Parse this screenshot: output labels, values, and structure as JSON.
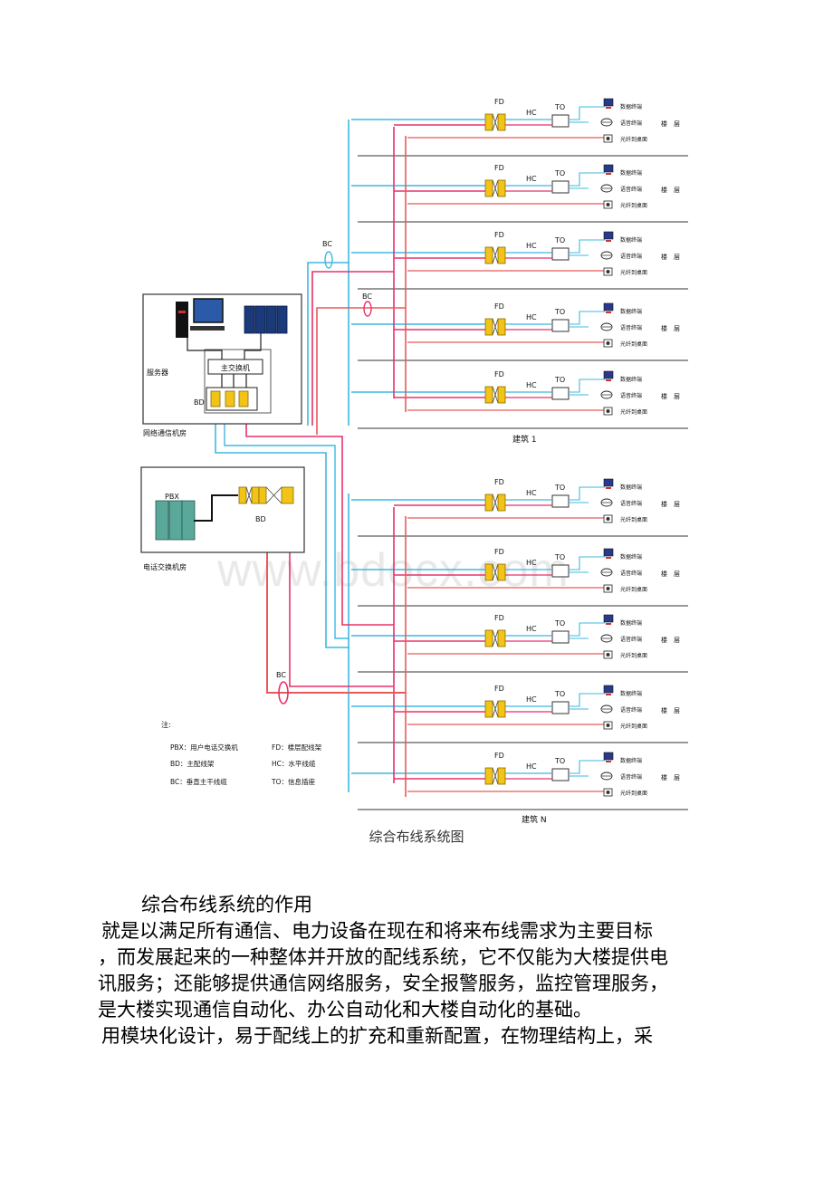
{
  "diagram": {
    "caption": "综合布线系统图",
    "watermark": "www.bdocx.com",
    "labels": {
      "fd": "FD",
      "hc": "HC",
      "to": "TO",
      "bc": "BC",
      "bd": "BD",
      "pbx": "PBX",
      "data_terminal": "数据终端",
      "voice_terminal": "语音终端",
      "fiber_desk": "光纤到桌面",
      "floor": "楼　层",
      "server": "服务器",
      "main_switch": "主交换机",
      "network_room": "网络通信机房",
      "phone_room": "电话交换机房",
      "building_1": "建筑 1",
      "building_n": "建筑 N"
    },
    "notes": {
      "title": "注:",
      "items": [
        "PBX：用户电话交换机",
        "FD：楼层配线架",
        "BD：主配线架",
        "HC：水平线缆",
        "BC：垂直主干线缆",
        "TO：信息插座"
      ]
    },
    "colors": {
      "data_cable": "#3fb8e0",
      "voice_cable": "#e8326a",
      "fiber_cable": "#e85a5a",
      "patch_panel": "#f2c418",
      "pbx": "#5aa89a",
      "server": "#1a3a7a"
    }
  },
  "body_text": {
    "heading": "综合布线系统的作用",
    "lines": [
      "就是以满足所有通信、电力设备在现在和将来布线需求为主要目标",
      "，而发展起来的一种整体并开放的配线系统，它不仅能为大楼提供电",
      "讯服务；还能够提供通信网络服务，安全报警服务，监控管理服务，",
      "是大楼实现通信自动化、办公自动化和大楼自动化的基础。",
      "用模块化设计，易于配线上的扩充和重新配置，在物理结构上，采"
    ]
  }
}
